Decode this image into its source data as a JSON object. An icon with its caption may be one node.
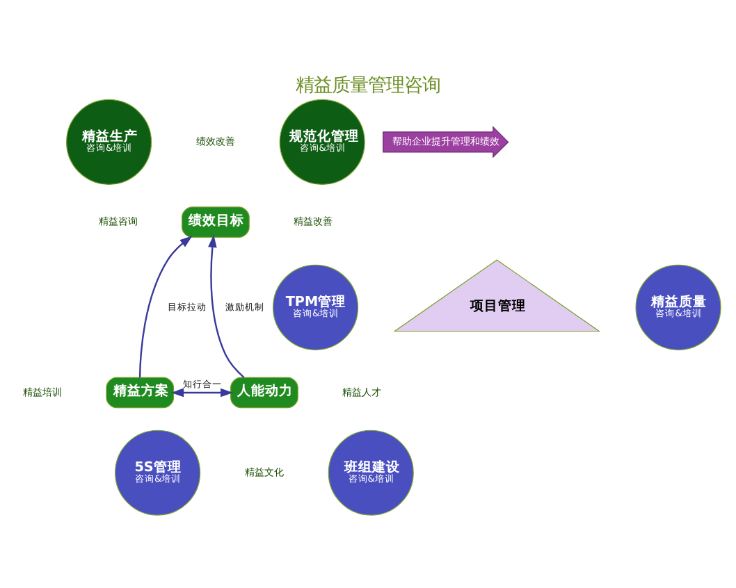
{
  "diagram": {
    "title": "精益质量管理咨询",
    "nodes": [
      {
        "text": [
          "精益生产",
          "咨询&培训"
        ]
      },
      {
        "text": [
          "规范化管理",
          "咨询&培训"
        ]
      },
      {
        "text": [
          "绩效目标"
        ]
      },
      {
        "text": [
          "TPM管理",
          "咨询&培训"
        ]
      },
      {
        "text": [
          "项目管理"
        ]
      },
      {
        "text": [
          "精益质量",
          "咨询&培训"
        ]
      },
      {
        "text": [
          "精益方案"
        ]
      },
      {
        "text": [
          "人能动力"
        ]
      },
      {
        "text": [
          "5S管理",
          "咨询&培训"
        ]
      },
      {
        "text": [
          "班组建设",
          "咨询&培训"
        ]
      }
    ],
    "edges": [
      {
        "from": 6,
        "to": 2,
        "arrow": "to",
        "label": "目标拉动"
      },
      {
        "from": 7,
        "to": 2,
        "arrow": "to",
        "label": "激励机制"
      },
      {
        "from": 6,
        "to": 7,
        "arrow": "both",
        "label": "知行合一"
      }
    ],
    "labels": [
      "绩效改善",
      "精益咨询",
      "精益改善",
      "精益培训",
      "精益人才",
      "精益文化",
      "帮助企业提升管理和绩效"
    ]
  }
}
